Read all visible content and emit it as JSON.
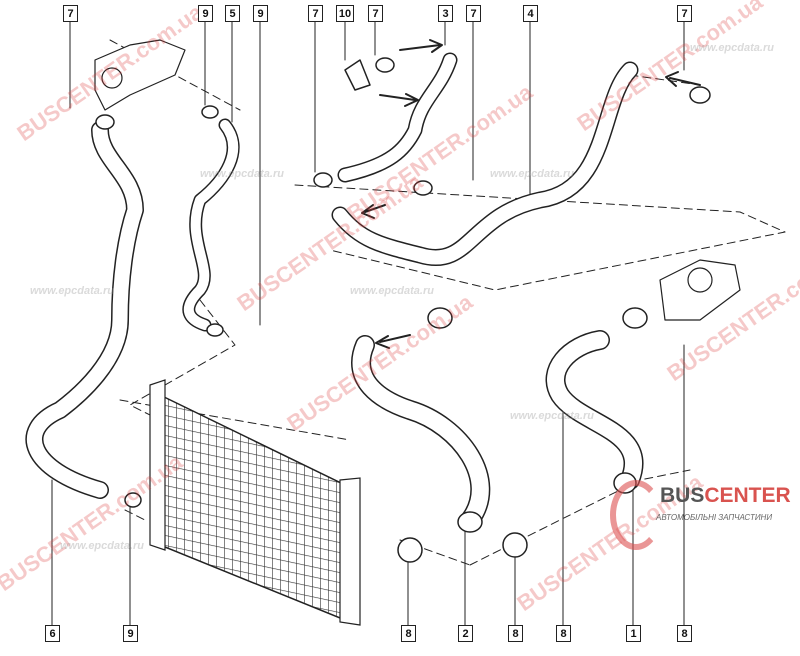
{
  "diagram": {
    "title_callouts_top": [
      "7",
      "9",
      "5",
      "9",
      "7",
      "10",
      "7",
      "3",
      "7",
      "4",
      "7"
    ],
    "title_callouts_bottom": [
      "6",
      "9",
      "8",
      "2",
      "8",
      "8",
      "1",
      "8"
    ]
  },
  "watermarks": {
    "site": "BUSCENTER.com.ua",
    "epc": "www.epcdata.ru"
  },
  "logo": {
    "brand_part1": "BUS",
    "brand_part2": "CENTER",
    "tagline": "АВТОМОБІЛЬНІ ЗАПЧАСТИНИ"
  },
  "colors": {
    "line": "#222222",
    "watermark": "#dc3c3c"
  }
}
